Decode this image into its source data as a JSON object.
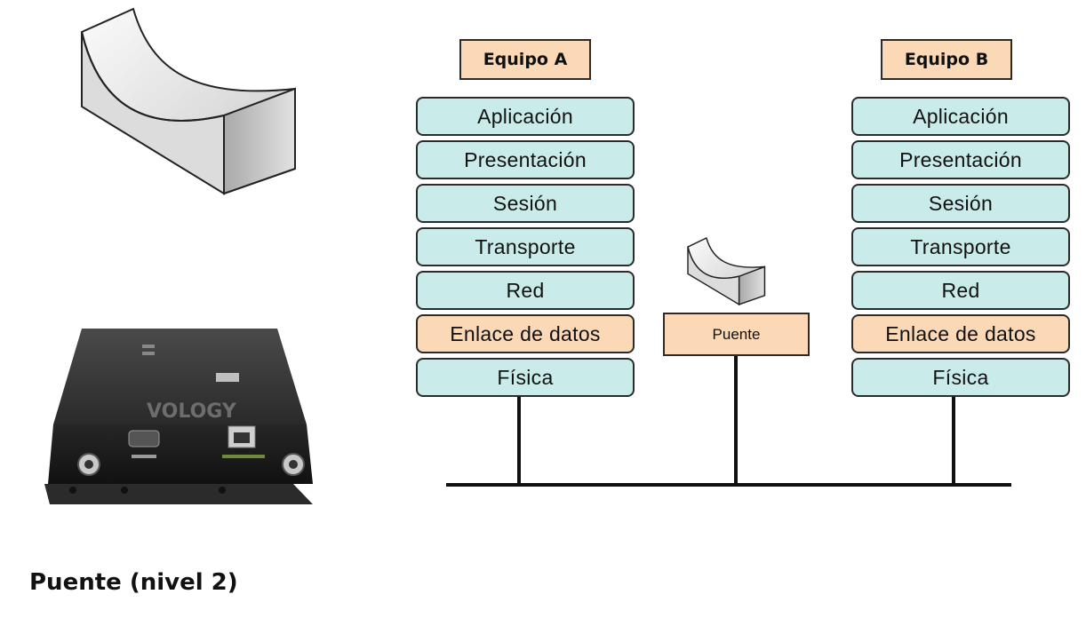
{
  "equipo_a": {
    "title": "Equipo A",
    "layers": [
      "Aplicación",
      "Presentación",
      "Sesión",
      "Transporte",
      "Red",
      "Enlace de datos",
      "Física"
    ]
  },
  "equipo_b": {
    "title": "Equipo B",
    "layers": [
      "Aplicación",
      "Presentación",
      "Sesión",
      "Transporte",
      "Red",
      "Enlace de datos",
      "Física"
    ]
  },
  "active_layer": "Enlace de datos",
  "bridge_label": "Puente",
  "device": {
    "logo_text": "VOLOGY"
  },
  "caption": "Puente (nivel 2)",
  "colors": {
    "layer_fill": "#c9ecea",
    "highlight_fill": "#fcd9b6",
    "border": "#2b2b2b",
    "bus_line": "#111111"
  },
  "icons": [
    "bridge-icon-large",
    "bridge-icon-small",
    "bridge-device-photo"
  ]
}
